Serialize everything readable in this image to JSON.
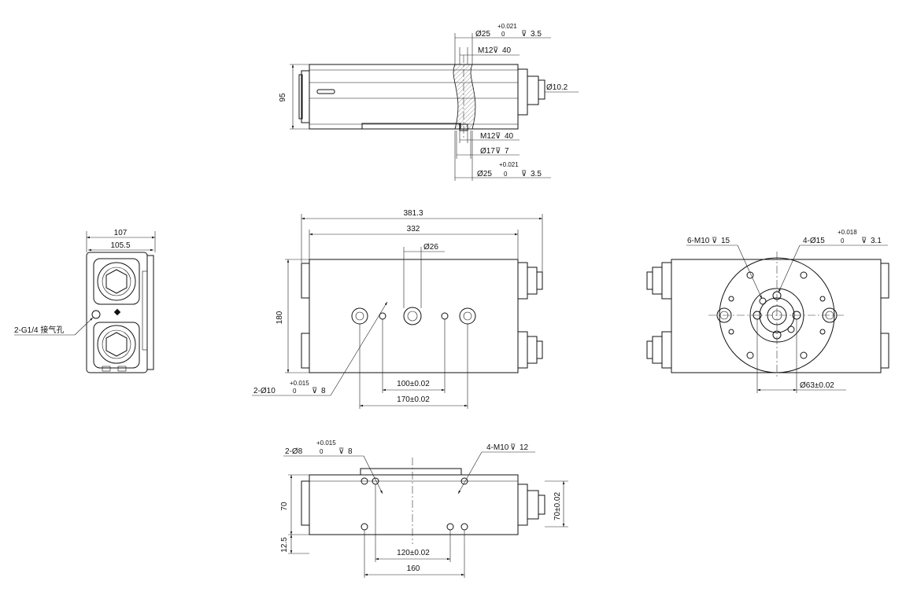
{
  "top_view": {
    "height_95": "95",
    "bore_top": "Ø25",
    "bore_top_tol_up": "+0.021",
    "bore_top_tol_low": "0",
    "bore_top_depth": "3.5",
    "thread_top": "M12",
    "thread_top_depth": "40",
    "port_dia": "Ø10.2",
    "thread_bottom": "M12",
    "thread_bottom_depth": "40",
    "cbore_bottom": "Ø17",
    "cbore_bottom_depth": "7",
    "bore_bottom": "Ø25",
    "bore_bottom_tol_up": "+0.021",
    "bore_bottom_tol_low": "0",
    "bore_bottom_depth": "3.5"
  },
  "side_left_view": {
    "width_107": "107",
    "width_105_5": "105.5",
    "port_label": "2-G1/4 接气孔"
  },
  "front_view": {
    "overall_length": "381.3",
    "body_length": "332",
    "height_180": "180",
    "center_bore": "Ø26",
    "dim_100": "100±0.02",
    "dim_170": "170±0.02",
    "pin_holes": "2-Ø10",
    "pin_tol_up": "+0.015",
    "pin_tol_low": "0",
    "pin_depth": "8"
  },
  "right_view": {
    "thread_holes": "6-M10",
    "thread_depth": "15",
    "pin_holes": "4-Ø15",
    "pin_tol_up": "+0.018",
    "pin_tol_low": "0",
    "pin_depth": "3.1",
    "pcd": "Ø63±0.02"
  },
  "bottom_view": {
    "pin_holes": "2-Ø8",
    "pin_tol_up": "+0.015",
    "pin_tol_low": "0",
    "pin_depth": "8",
    "thread_holes": "4-M10",
    "thread_depth": "12",
    "height_70": "70",
    "height_12_5": "12.5",
    "dim_70": "70±0.02",
    "dim_120": "120±0.02",
    "dim_160": "160"
  }
}
